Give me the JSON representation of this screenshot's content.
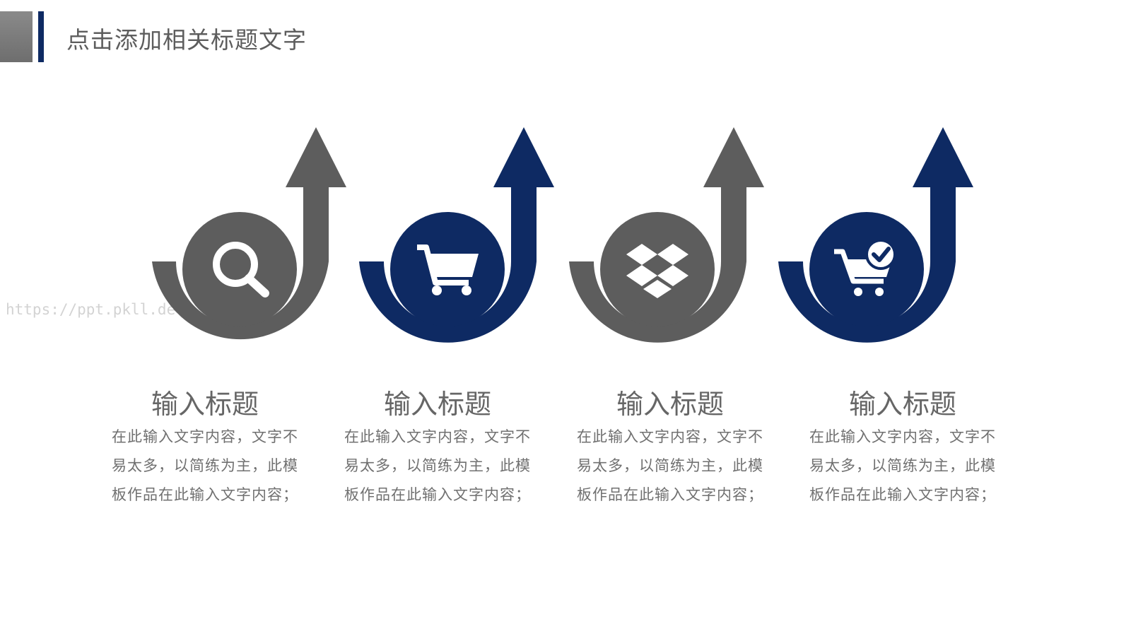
{
  "page": {
    "title": "点击添加相关标题文字",
    "watermark": "https://ppt.pkll.de"
  },
  "colors": {
    "gray": "#5d5d5d",
    "navy": "#0e2a63",
    "accent_gray": "#7c7c7c"
  },
  "steps": [
    {
      "color": "gray",
      "icon": "search-icon",
      "title": "输入标题",
      "body": "在此输入文字内容，文字不易太多，以简练为主，此模板作品在此输入文字内容；"
    },
    {
      "color": "navy",
      "icon": "shopping-cart-icon",
      "title": "输入标题",
      "body": "在此输入文字内容，文字不易太多，以简练为主，此模板作品在此输入文字内容；"
    },
    {
      "color": "gray",
      "icon": "dropbox-icon",
      "title": "输入标题",
      "body": "在此输入文字内容，文字不易太多，以简练为主，此模板作品在此输入文字内容；"
    },
    {
      "color": "navy",
      "icon": "cart-check-icon",
      "title": "输入标题",
      "body": "在此输入文字内容，文字不易太多，以简练为主，此模板作品在此输入文字内容；"
    }
  ]
}
